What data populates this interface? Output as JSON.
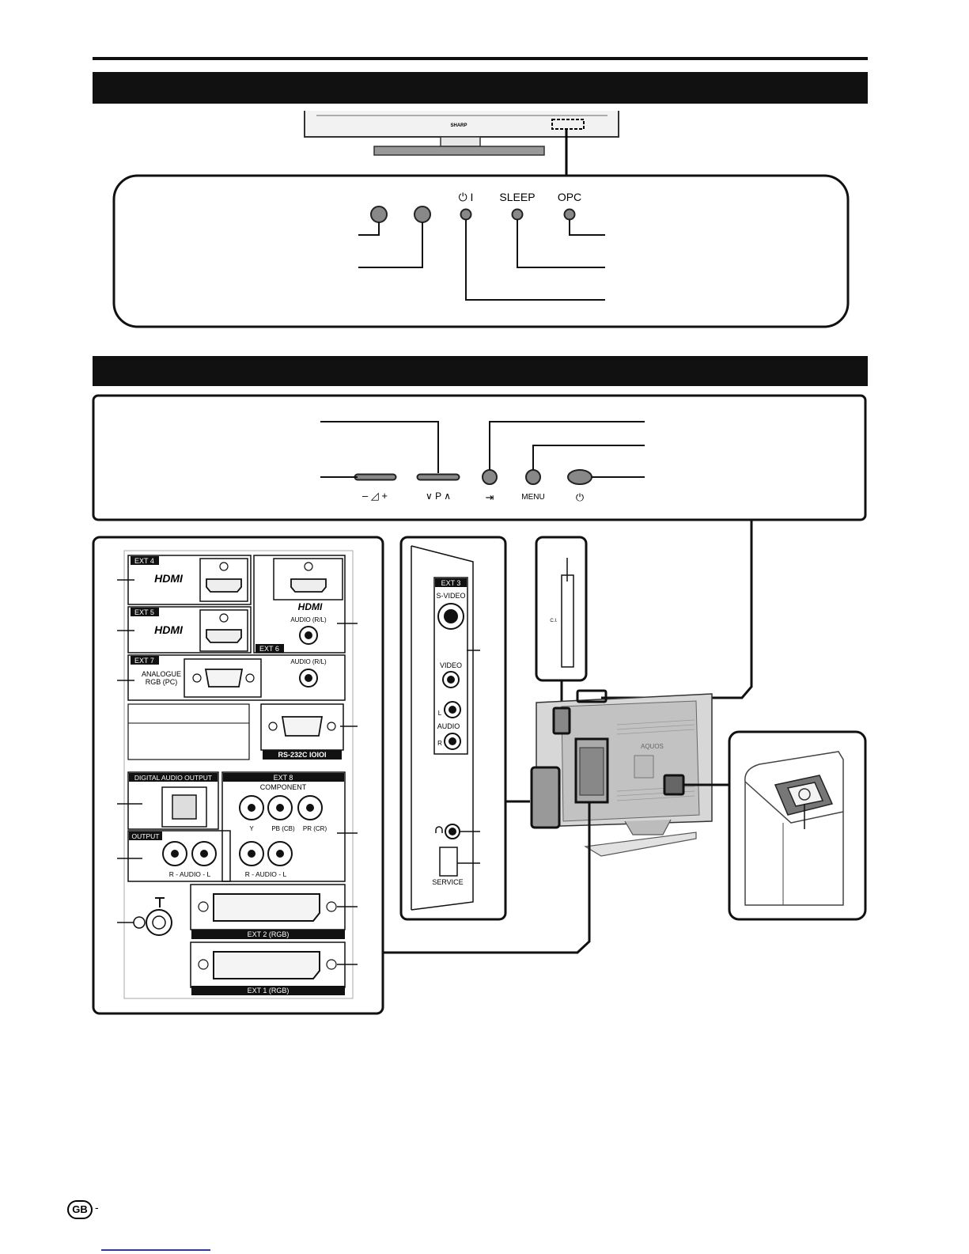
{
  "front": {
    "brand": "SHARP",
    "power_symbol": "⏻ I",
    "sleep": "SLEEP",
    "opc": "OPC"
  },
  "side_controls": {
    "volume": "– ◿ +",
    "programme": "∨  P  ∧",
    "input_icon": "⇥",
    "menu": "MENU",
    "power_icon": "⏻"
  },
  "left_panel": {
    "ext4": "EXT 4",
    "ext5": "EXT 5",
    "ext6": "EXT 6",
    "ext7": "EXT 7",
    "ext8": "EXT 8",
    "hdmi": "HDMI",
    "audio_rl_1": "AUDIO (R/L)",
    "audio_rl_2": "AUDIO (R/L)",
    "analogue_1": "ANALOGUE",
    "analogue_2": "RGB (PC)",
    "rs232": "RS-232C IOIOI",
    "digital_audio": "DIGITAL AUDIO OUTPUT",
    "component": "COMPONENT",
    "y": "Y",
    "pb": "PB (CB)",
    "pr": "PR (CR)",
    "output": "OUTPUT",
    "r_audio_l_1": "R - AUDIO - L",
    "r_audio_l_2": "R - AUDIO - L",
    "ext2": "EXT 2  (RGB)",
    "ext1": "EXT 1  (RGB)"
  },
  "mid_panel": {
    "ext3": "EXT 3",
    "svideo": "S-VIDEO",
    "video": "VIDEO",
    "l": "L",
    "audio": "AUDIO",
    "r": "R",
    "service": "SERVICE"
  },
  "ci_slot": "C.I.",
  "rear_brand": "AQUOS",
  "footer": {
    "lang": "GB",
    "dash": "-"
  }
}
